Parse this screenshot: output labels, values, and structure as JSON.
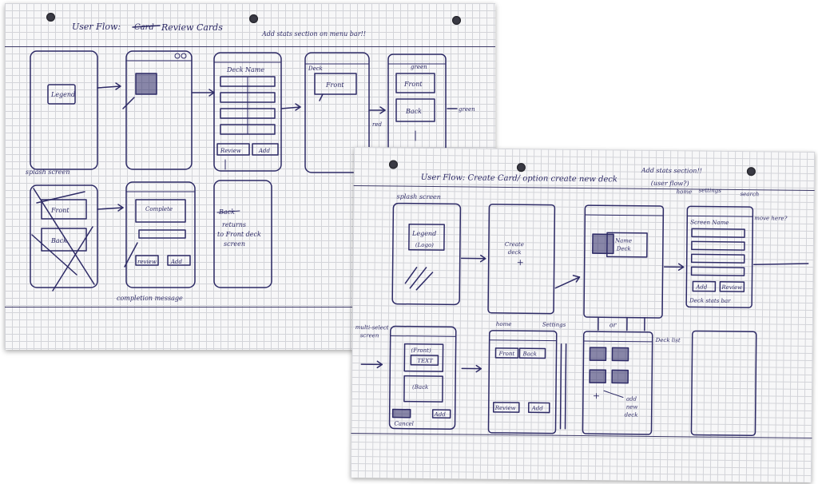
{
  "sheet1": {
    "title_prefix": "User Flow:",
    "title_struck": "Card",
    "title_main": "Review Cards",
    "title_note": "Add stats section on menu bar!!",
    "labels": {
      "legend": "Legend",
      "splash": "splash screen",
      "deck_name": "Deck Name",
      "review": "Review",
      "add": "Add",
      "front": "Front",
      "back": "Back",
      "front_big": "Front",
      "back_big": "Back",
      "deck": "Deck",
      "green": "green",
      "red": "red",
      "complete": "Complete",
      "review2": "review",
      "add2": "Add",
      "struck_back": "Back",
      "returns1": "returns",
      "returns2": "to Front deck",
      "returns3": "screen",
      "completion": "completion message",
      "green_screen": "green"
    }
  },
  "sheet2": {
    "title": "User Flow: Create Card/ option create new deck",
    "title_note": "Add stats section!!",
    "title_note2": "(user flow?)",
    "labels": {
      "splash": "splash screen",
      "legend": "Legend",
      "logo": "(Logo)",
      "create": "Create",
      "deck": "deck",
      "name": "Name",
      "deck2": "Deck",
      "home": "home",
      "settings": "settings",
      "search": "search",
      "screen_name": "Screen Name",
      "move_here": "move here?",
      "add": "Add",
      "review": "Review",
      "deck_stats": "Deck stats bar",
      "multiselect1": "multi-select",
      "multiselect2": "screen",
      "home2": "home",
      "settings2": "Settings",
      "front_paren": "(Front)",
      "text": "TEXT",
      "back_paren": "(Back",
      "cancel": "Cancel",
      "add2": "Add",
      "front": "Front",
      "back": "Back",
      "review2": "Review",
      "add3": "Add",
      "or": "or",
      "deck_list": "Deck list",
      "add_new_deck1": "add",
      "add_new_deck2": "new",
      "add_new_deck3": "deck"
    }
  }
}
